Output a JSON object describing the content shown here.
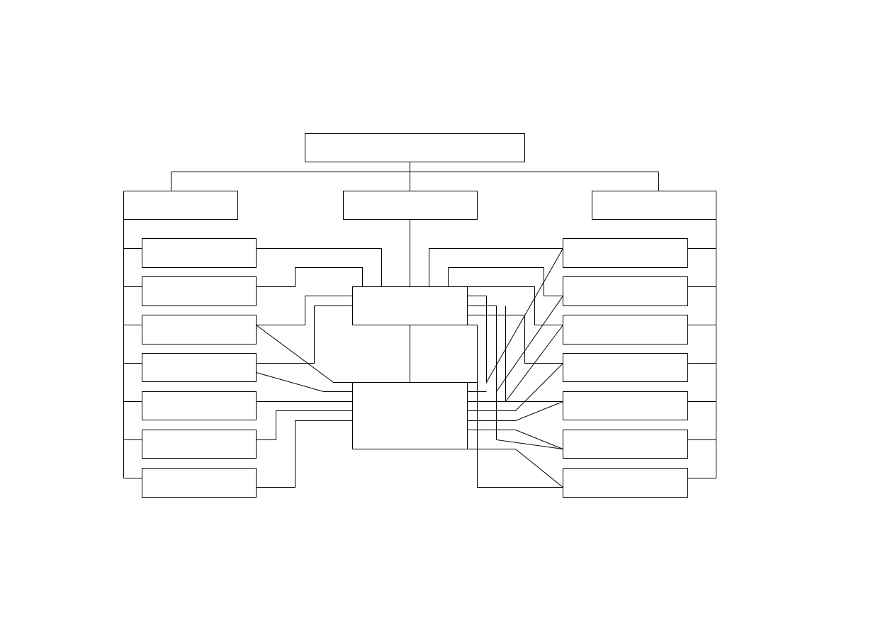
{
  "diagram": {
    "title": "",
    "colors": {
      "background": "#ffffff",
      "stroke": "#000000"
    },
    "root_box": {
      "label": ""
    },
    "branches": [
      {
        "id": "left",
        "label": ""
      },
      {
        "id": "center",
        "label": ""
      },
      {
        "id": "right",
        "label": ""
      }
    ],
    "left_items": [
      {
        "label": ""
      },
      {
        "label": ""
      },
      {
        "label": ""
      },
      {
        "label": ""
      },
      {
        "label": ""
      },
      {
        "label": ""
      },
      {
        "label": ""
      }
    ],
    "right_items": [
      {
        "label": ""
      },
      {
        "label": ""
      },
      {
        "label": ""
      },
      {
        "label": ""
      },
      {
        "label": ""
      },
      {
        "label": ""
      },
      {
        "label": ""
      }
    ],
    "hub": {
      "top_label": "",
      "bottom_label": "",
      "middle_left_label": "",
      "middle_right_label": ""
    }
  }
}
